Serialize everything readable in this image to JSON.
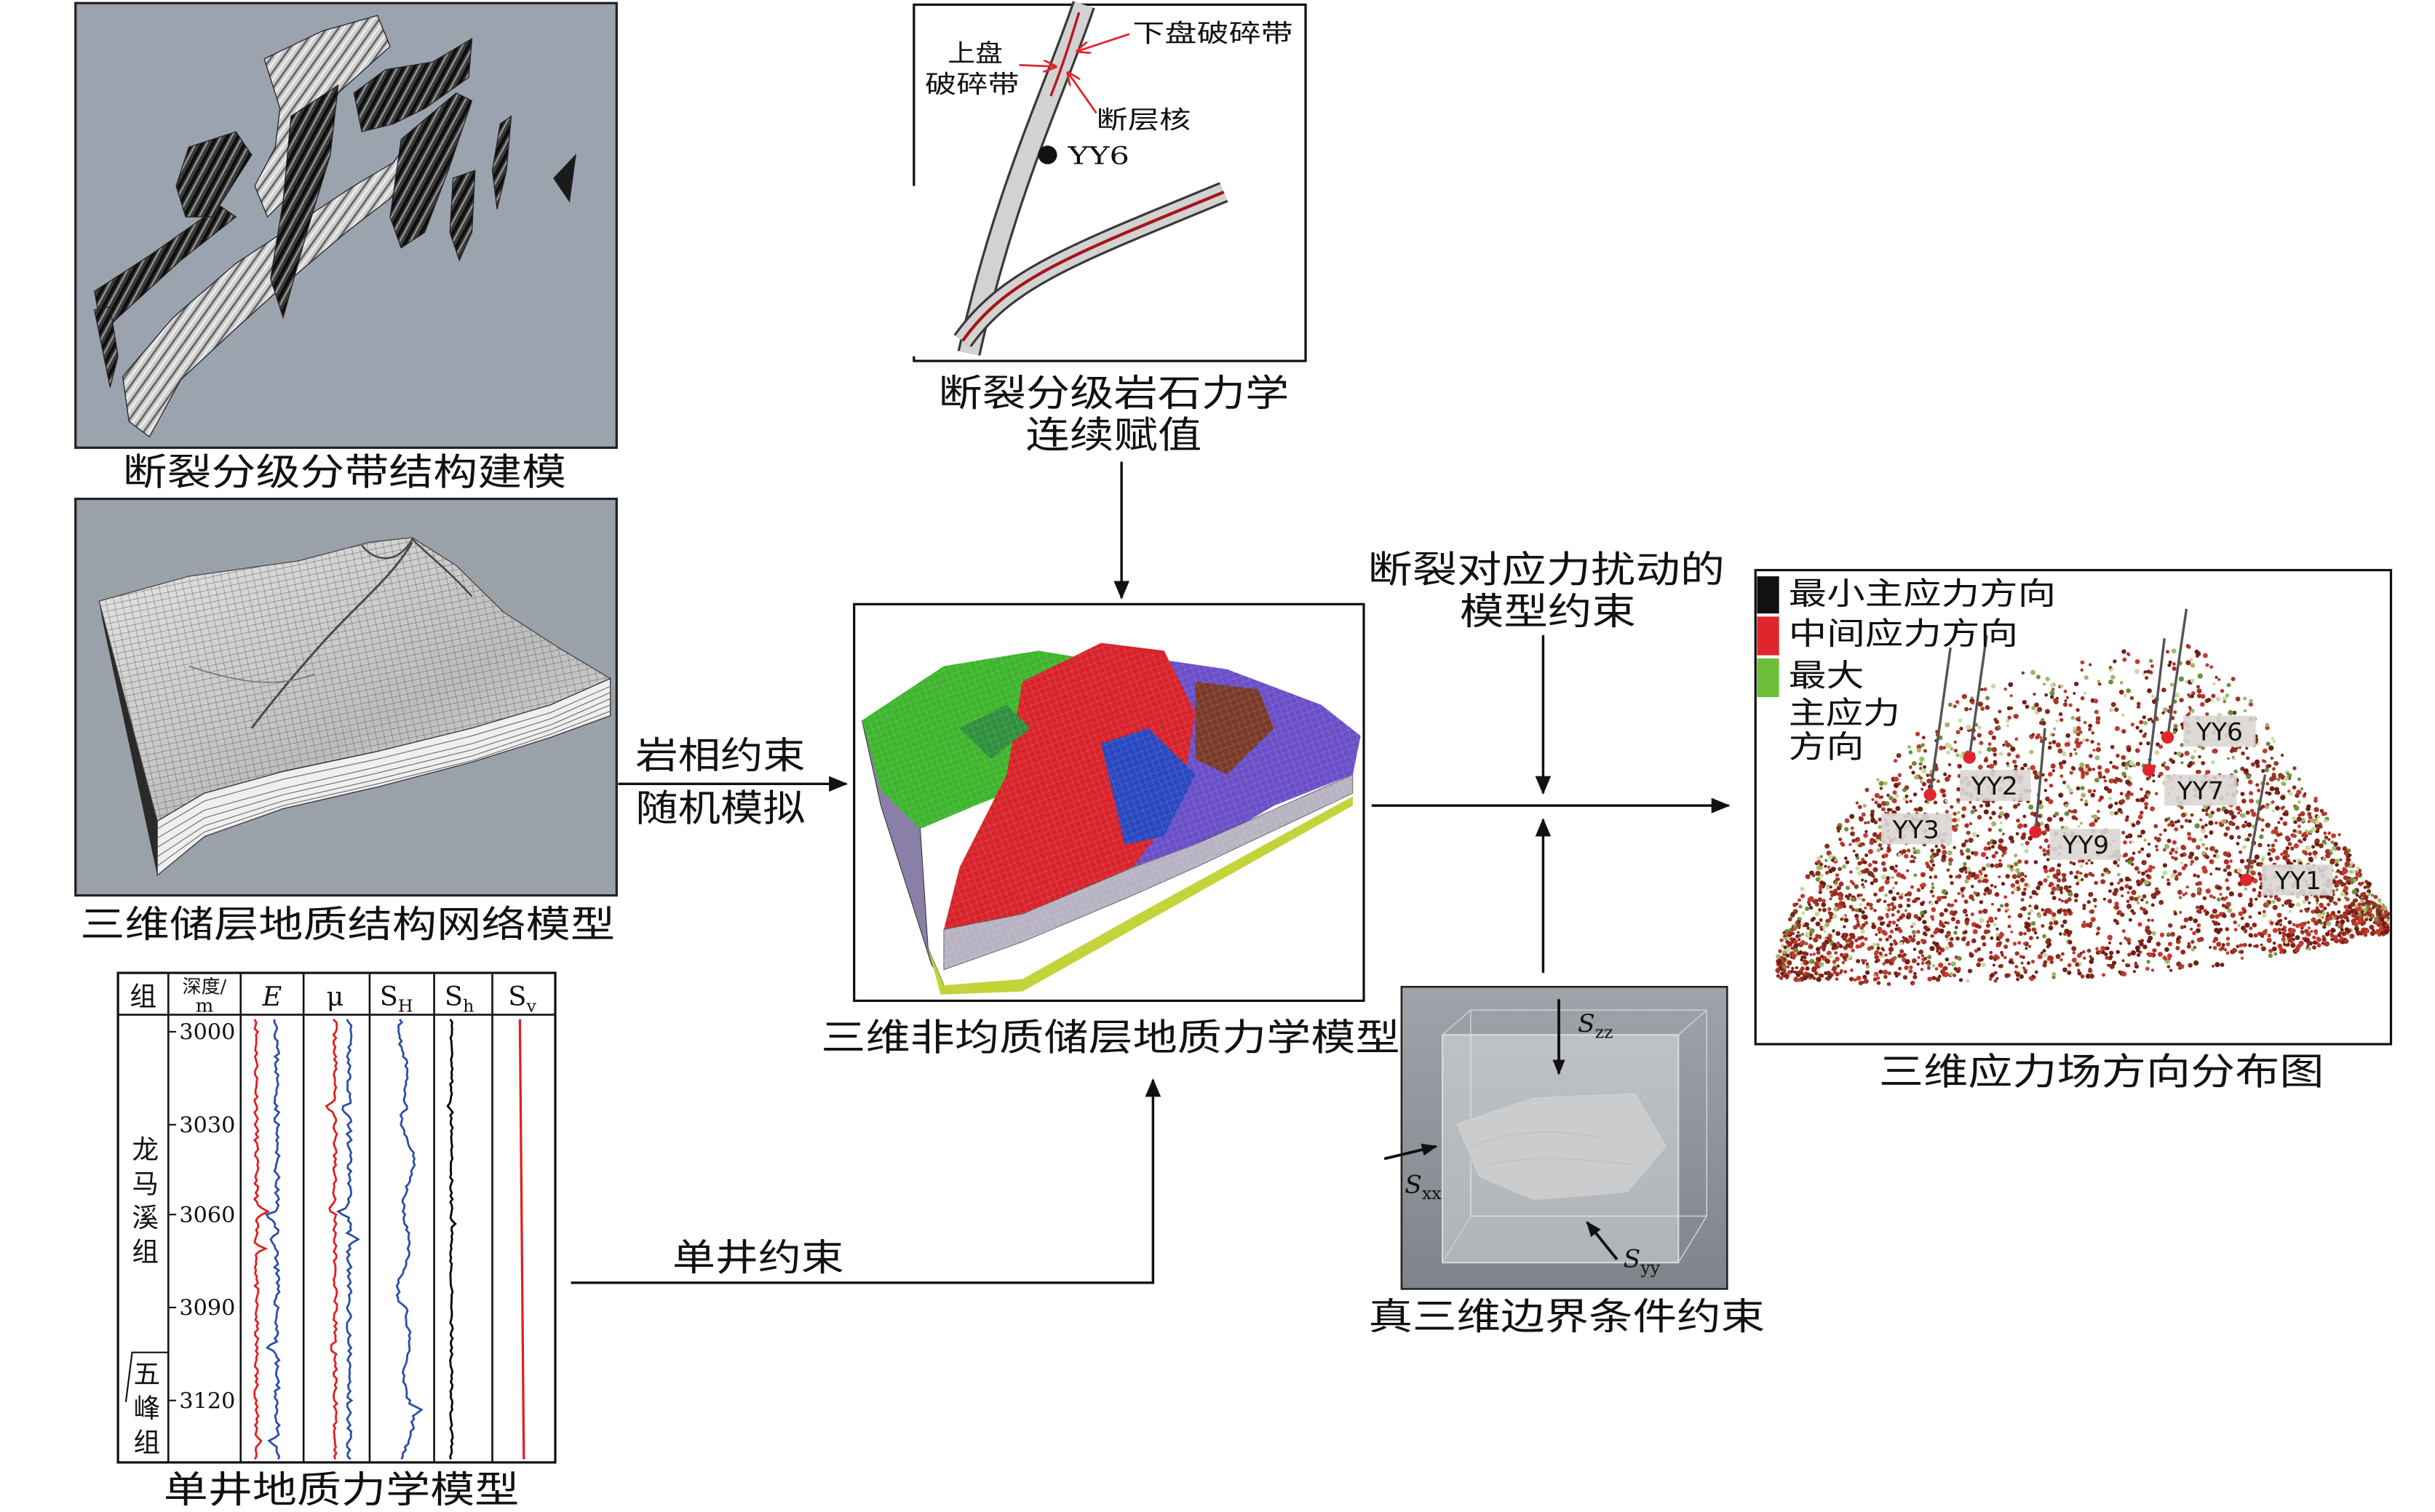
{
  "panels": {
    "fault_structure": {
      "caption": "断裂分级分带结构建模"
    },
    "reservoir_mesh": {
      "caption": "三维储层地质结构网络模型"
    },
    "well_log": {
      "caption": "单井地质力学模型",
      "headers": {
        "formation": "组",
        "depth_line1": "深度/",
        "depth_line2": "m",
        "E": "E",
        "mu": "μ",
        "SH": {
          "main": "S",
          "sub": "H"
        },
        "Sh": {
          "main": "S",
          "sub": "h"
        },
        "Sv": {
          "main": "S",
          "sub": "v"
        }
      },
      "depth_ticks": [
        "3000",
        "3030",
        "3060",
        "3090",
        "3120"
      ],
      "formations": [
        "龙马溪组",
        "五峰组"
      ]
    },
    "fault_zone": {
      "caption_line1": "断裂分级岩石力学",
      "caption_line2": "连续赋值",
      "hanging_wall_line1": "上盘",
      "hanging_wall_line2": "破碎带",
      "footwall": "下盘破碎带",
      "core": "断层核",
      "well": "YY6"
    },
    "geomech_model": {
      "caption": "三维非均质储层地质力学模型"
    },
    "boundary": {
      "caption": "真三维边界条件约束",
      "szz": {
        "main": "S",
        "sub": "zz"
      },
      "sxx": {
        "main": "S",
        "sub": "xx"
      },
      "syy": {
        "main": "S",
        "sub": "yy"
      }
    },
    "stress_field": {
      "caption": "三维应力场方向分布图",
      "legend": [
        {
          "lines": [
            "最小主应力方向"
          ],
          "color": "#111111"
        },
        {
          "lines": [
            "中间应力方向"
          ],
          "color": "#e0262c"
        },
        {
          "lines": [
            "最大",
            "主应力",
            "方向"
          ],
          "color": "#6dbf3a"
        }
      ],
      "wells": [
        "YY6",
        "YY2",
        "YY7",
        "YY3",
        "YY9",
        "YY1"
      ],
      "cloud_palette": [
        "#6e1f14",
        "#8b2a1c",
        "#a33326",
        "#c23a2e",
        "#6b8f3e",
        "#9cb96a",
        "#c9d9a3"
      ]
    }
  },
  "arrows": {
    "facies_line1": "岩相约束",
    "facies_line2": "随机模拟",
    "single_well": "单井约束",
    "fault_perturb_line1": "断裂对应力扰动的",
    "fault_perturb_line2": "模型约束"
  },
  "colors": {
    "flow_arrow": "#111111",
    "fault_annotation": "#e0262c",
    "log_red": "#e02020",
    "log_blue": "#2b4fa8",
    "log_black": "#000000"
  }
}
